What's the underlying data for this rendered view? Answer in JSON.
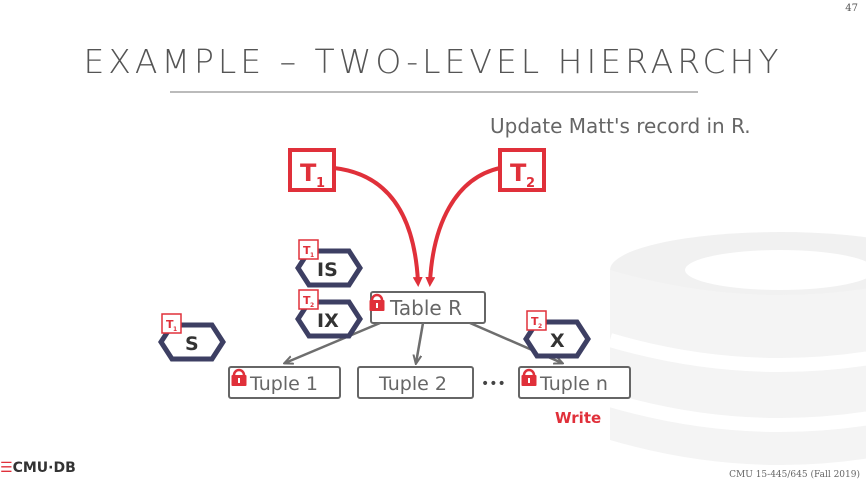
{
  "slide": {
    "page_number": "47",
    "title": "EXAMPLE – TWO-LEVEL HIERARCHY",
    "subtitle": "Update Matt's record in R.",
    "footer_logo": "CMU·DB",
    "footer_course": "CMU 15-445/645 (Fall 2019)"
  },
  "diagram": {
    "transactions": [
      {
        "label": "T",
        "subscript": "1"
      },
      {
        "label": "T",
        "subscript": "2"
      }
    ],
    "table_node": "Table R",
    "tuples": [
      "Tuple 1",
      "Tuple 2",
      "Tuple n"
    ],
    "ellipsis": "•••",
    "locks": [
      {
        "mode": "IS",
        "holder": "T",
        "holder_sub": "1"
      },
      {
        "mode": "IX",
        "holder": "T",
        "holder_sub": "2"
      },
      {
        "mode": "S",
        "holder": "T",
        "holder_sub": "1"
      },
      {
        "mode": "X",
        "holder": "T",
        "holder_sub": "2"
      }
    ],
    "write_label": "Write"
  },
  "colors": {
    "accent_red": "#e0303a",
    "lock_outline": "#3d3f63",
    "node_border": "#666666",
    "arrow_gray": "#6e6e6e"
  }
}
